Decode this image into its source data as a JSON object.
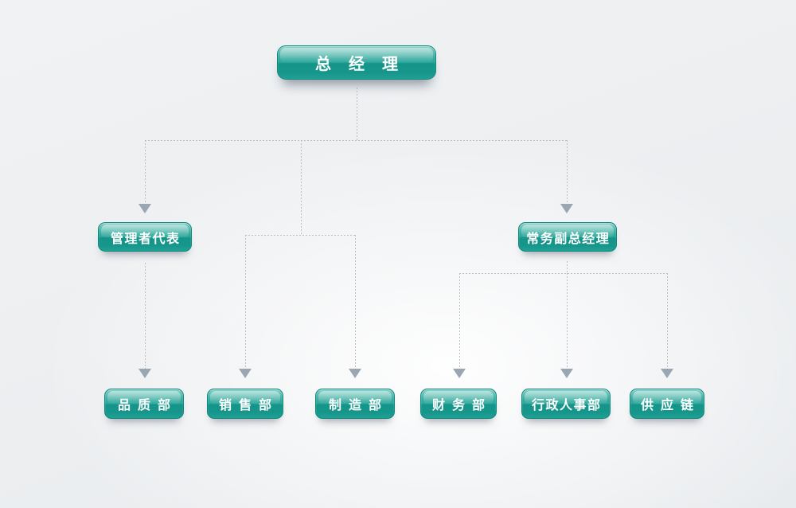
{
  "colors": {
    "node_highlight": "#7ecdc4",
    "node_teal": "#2aa79b",
    "node_teal_dark": "#15948a",
    "node_border": "#0e877d",
    "connector": "#b9bfc7",
    "arrow": "#9aa6b2",
    "label_text": "#ffffff",
    "page_bg": "#eef0f2"
  },
  "nodes": {
    "general_manager": {
      "label": "总经理"
    },
    "management_rep": {
      "label": "管理者代表"
    },
    "deputy_gm": {
      "label": "常务副总经理"
    },
    "quality": {
      "label": "品质部"
    },
    "sales": {
      "label": "销售部"
    },
    "manufacturing": {
      "label": "制造部"
    },
    "finance": {
      "label": "财务部"
    },
    "admin_hr": {
      "label": "行政人事部"
    },
    "supply_chain": {
      "label": "供应链"
    }
  }
}
